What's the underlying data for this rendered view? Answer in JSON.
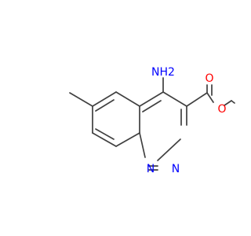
{
  "molecule": {
    "atoms": [
      {
        "id": "nh2",
        "label": "NH2",
        "color": "#0000ff"
      },
      {
        "id": "n1",
        "label": "N",
        "color": "#0000ff"
      },
      {
        "id": "n2",
        "label": "N",
        "color": "#0000ff"
      },
      {
        "id": "o_carbonyl",
        "label": "O",
        "color": "#ff0000"
      },
      {
        "id": "o_ester",
        "label": "O",
        "color": "#ff0000"
      }
    ],
    "bond_color": "#404040"
  }
}
